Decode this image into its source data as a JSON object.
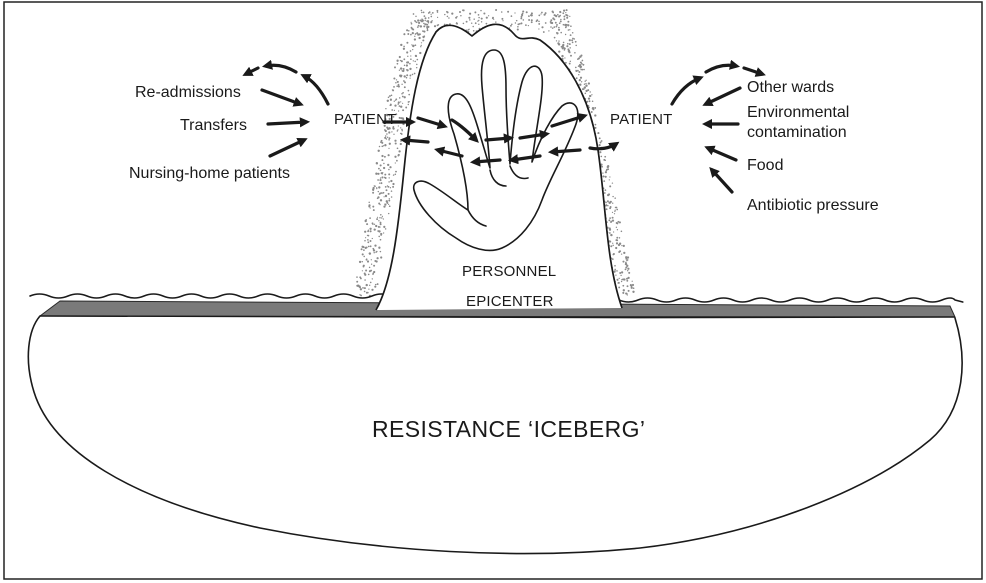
{
  "labels": {
    "left_sources": [
      "Re-admissions",
      "Transfers",
      "Nursing-home patients"
    ],
    "right_sources": [
      "Other wards",
      "Environmental",
      "contamination",
      "Food",
      "Antibiotic pressure"
    ],
    "patient_left": "PATIENT",
    "patient_right": "PATIENT",
    "personnel": "PERSONNEL",
    "epicenter": "EPICENTER",
    "iceberg": "RESISTANCE ‘ICEBERG’"
  },
  "colors": {
    "ink": "#1a1a1a",
    "stipple": "#8a8a8a",
    "waterline": "#6e6e6e",
    "background": "#ffffff"
  },
  "icons": [
    "hand-icon",
    "arrow-icon"
  ]
}
